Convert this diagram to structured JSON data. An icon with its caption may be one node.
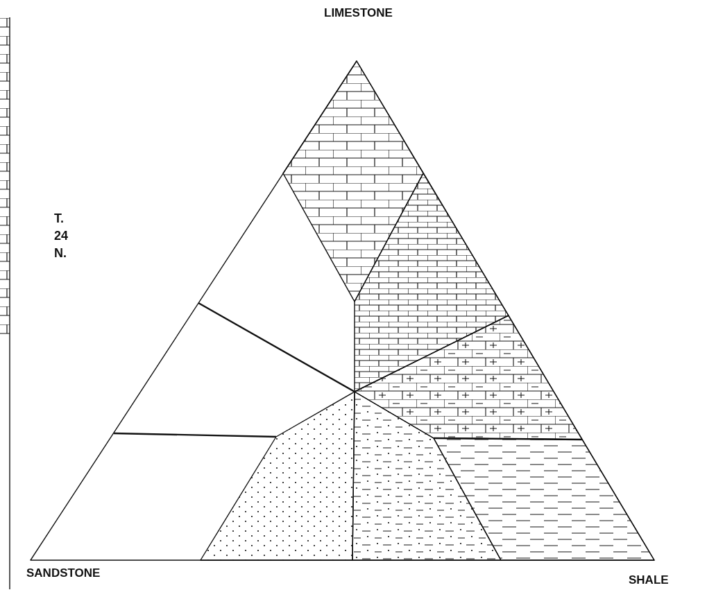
{
  "diagram": {
    "labels": [
      "LIMESTONE",
      "T. 24 N.",
      "SANDSTONE",
      "SHALE"
    ]
  }
}
